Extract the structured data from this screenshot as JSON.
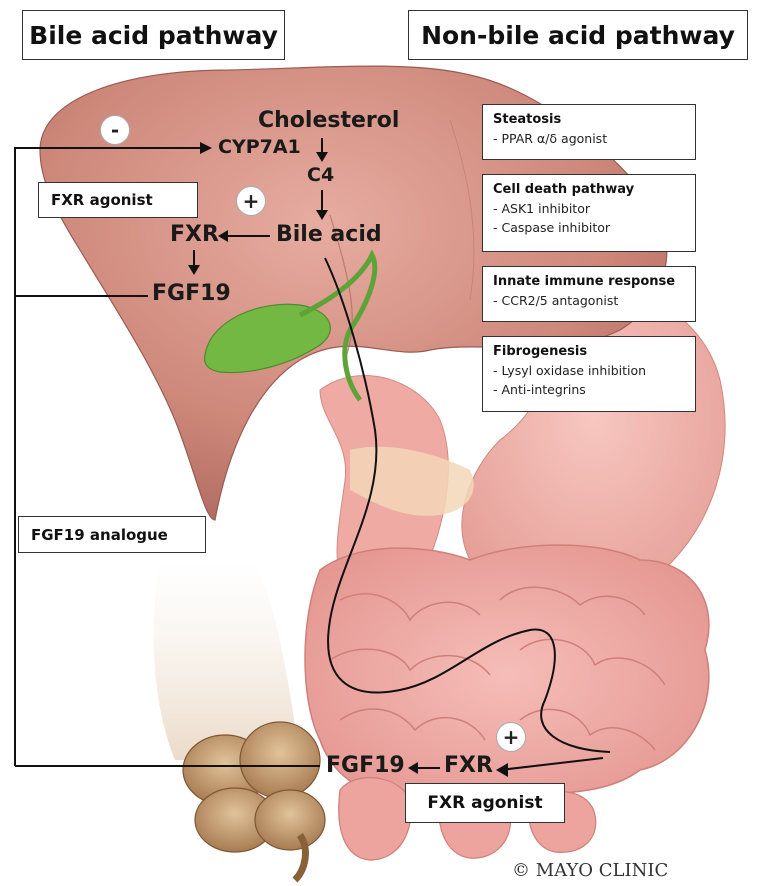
{
  "headers": {
    "left": "Bile acid pathway",
    "right": "Non-bile acid pathway"
  },
  "liver_labels": {
    "cholesterol": "Cholesterol",
    "cyp7a1": "CYP7A1",
    "c4": "C4",
    "bile_acid": "Bile acid",
    "fxr": "FXR",
    "fgf19": "FGF19"
  },
  "intestine_labels": {
    "fgf19": "FGF19",
    "fxr": "FXR"
  },
  "signs": {
    "minus": "-",
    "plus_liver": "+",
    "plus_intestine": "+"
  },
  "drug_boxes": {
    "fxr_agonist_liver": "FXR agonist",
    "fgf19_analogue": "FGF19 analogue",
    "fxr_agonist_intestine": "FXR agonist"
  },
  "info_boxes": [
    {
      "title": "Steatosis",
      "items": [
        "- PPAR α/δ agonist"
      ]
    },
    {
      "title": "Cell death pathway",
      "items": [
        "- ASK1 inhibitor",
        "- Caspase inhibitor"
      ]
    },
    {
      "title": "Innate immune response",
      "items": [
        "- CCR2/5 antagonist"
      ]
    },
    {
      "title": "Fibrogenesis",
      "items": [
        "- Lysyl oxidase inhibition",
        "- Anti-integrins"
      ]
    }
  ],
  "copyright": "© MAYO CLINIC",
  "colors": {
    "liver": "#c98475",
    "liver_light": "#dea096",
    "gallbladder": "#7cc04a",
    "intestine": "#efaaa6",
    "intestine_dark": "#d98883",
    "colon": "#b58a5c",
    "line": "#111111"
  }
}
